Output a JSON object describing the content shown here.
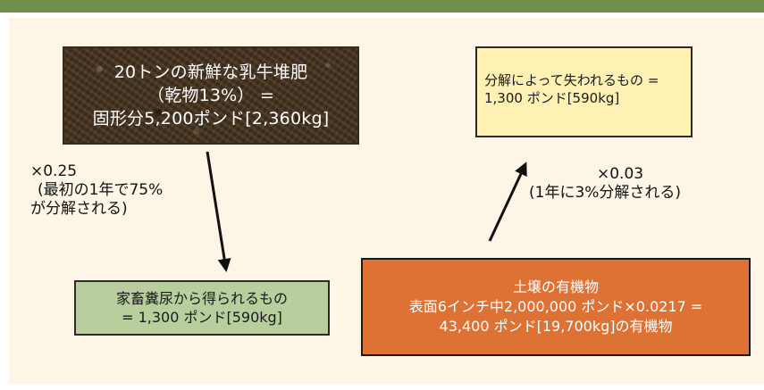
{
  "manure_box": {
    "lines": [
      "20トンの新鮮な乳牛堆肥",
      "（乾物13%） =",
      "固形分5,200ポンド[2,360kg]"
    ]
  },
  "loss_box": {
    "lines": [
      "分解によって失われるもの =",
      "1,300 ポンド[590kg]"
    ]
  },
  "obtained_box": {
    "lines": [
      "家畜糞尿から得られるもの",
      "= 1,300 ポンド[590kg]"
    ]
  },
  "soil_box": {
    "lines": [
      "土壌の有機物",
      "表面6インチ中2,000,000 ポンド×0.0217 =",
      "43,400 ポンド[19,700kg]の有機物"
    ]
  },
  "left_label": {
    "factor": "×0.25",
    "lines": [
      "(最初の1年で75%",
      "が分解される)"
    ]
  },
  "right_label": {
    "factor": "×0.03",
    "lines": [
      "(1年に3%分解される)"
    ]
  },
  "colors": {
    "top_bar": "#6f8f4f",
    "panel": "#fdf5e6",
    "loss_box": "#fff1b3",
    "obtained_box": "#b8cf9d",
    "soil_box": "#de7234"
  }
}
